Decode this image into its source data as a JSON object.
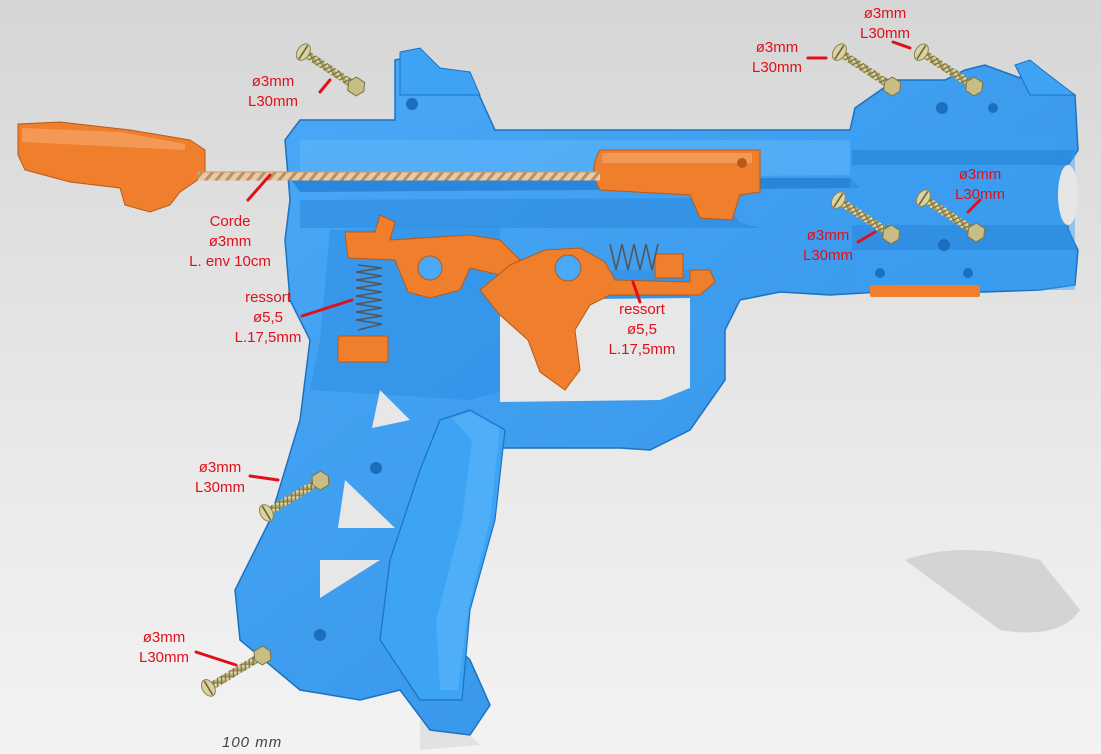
{
  "colors": {
    "background": "#e4e4e4",
    "frame": "#3a9ef2",
    "parts": "#ef7e2d",
    "annotation": "#e0101a",
    "screw": "#c9c08a"
  },
  "labels": {
    "screw_top_left": [
      "ø3mm",
      "L30mm"
    ],
    "screw_top_right_a": [
      "ø3mm",
      "L30mm"
    ],
    "screw_top_right_b": [
      "ø3mm",
      "L30mm"
    ],
    "screw_mid_right_a": [
      "ø3mm",
      "L30mm"
    ],
    "screw_mid_right_b": [
      "ø3mm",
      "L30mm"
    ],
    "cord": [
      "Corde",
      "ø3mm",
      "L. env 10cm"
    ],
    "spring_left": [
      "ressort",
      "ø5,5",
      "L.17,5mm"
    ],
    "spring_right": [
      "ressort",
      "ø5,5",
      "L.17,5mm"
    ],
    "screw_grip_upper": [
      "ø3mm",
      "L30mm"
    ],
    "screw_grip_lower": [
      "ø3mm",
      "L30mm"
    ]
  },
  "scale_label": "100 mm"
}
